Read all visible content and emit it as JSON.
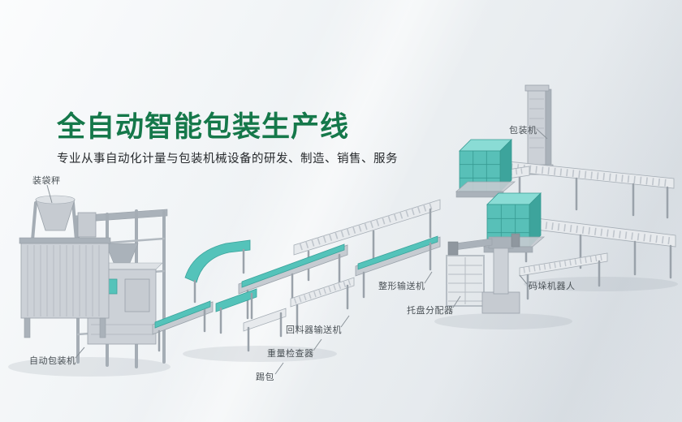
{
  "hero": {
    "title": "全自动智能包装生产线",
    "subtitle": "专业从事自动化计量与包装机械设备的研发、制造、销售、服务"
  },
  "machine_labels": [
    {
      "text": "装袋秤"
    },
    {
      "text": "包装机"
    },
    {
      "text": "自动包装机"
    },
    {
      "text": "踢包"
    },
    {
      "text": "重量检查器"
    },
    {
      "text": "回料器输送机"
    },
    {
      "text": "整形输送机"
    },
    {
      "text": "托盘分配器"
    },
    {
      "text": "码垛机器人"
    }
  ],
  "colors": {
    "title_green": "#15784a",
    "accent_teal": "#54c3ba",
    "machine_gray": "#c7ccd2",
    "label_text": "#4a5156"
  }
}
